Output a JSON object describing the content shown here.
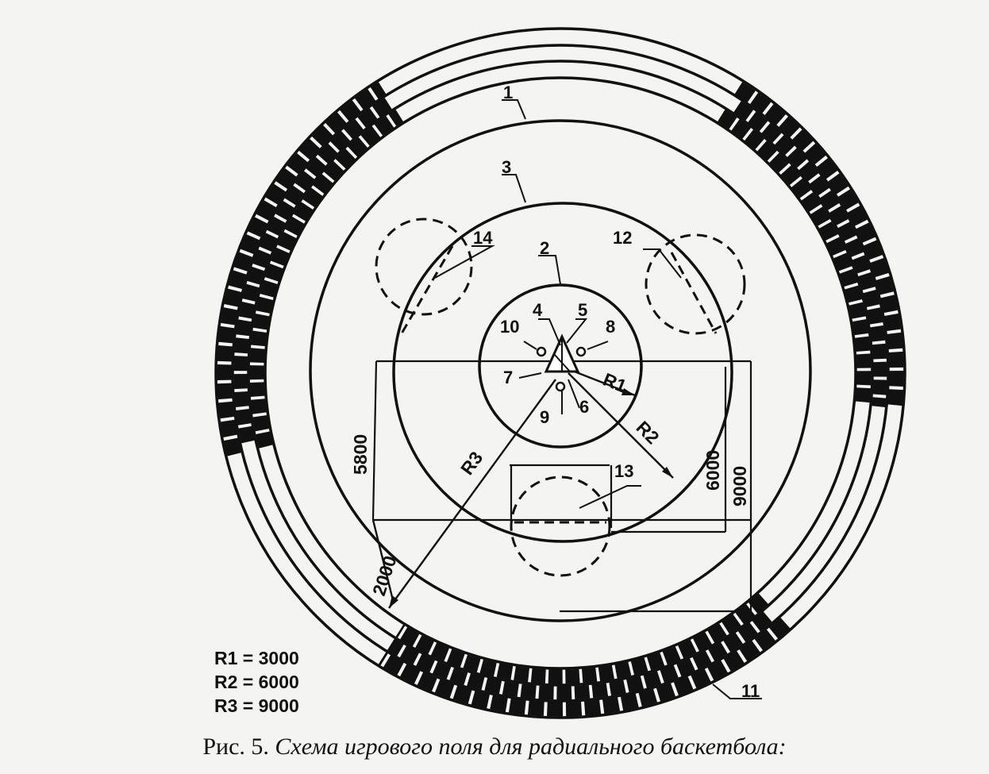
{
  "labels": {
    "l1": "1",
    "l2": "2",
    "l3": "3",
    "l4": "4",
    "l5": "5",
    "l6": "6",
    "l7": "7",
    "l8": "8",
    "l9": "9",
    "l10": "10",
    "l11": "11",
    "l12": "12",
    "l13": "13",
    "l14": "14"
  },
  "radii": {
    "r1": "R1",
    "r2": "R2",
    "r3": "R3"
  },
  "dims": {
    "d5800": "5800",
    "d6000": "6000",
    "d9000": "9000",
    "d2000": "2000"
  },
  "legend": {
    "line1": "R1 = 3000",
    "line2": "R2 = 6000",
    "line3": "R3 = 9000"
  },
  "caption": {
    "prefix": "Рис. 5.",
    "text": "Схема игрового поля для радиального баскетбола:"
  }
}
